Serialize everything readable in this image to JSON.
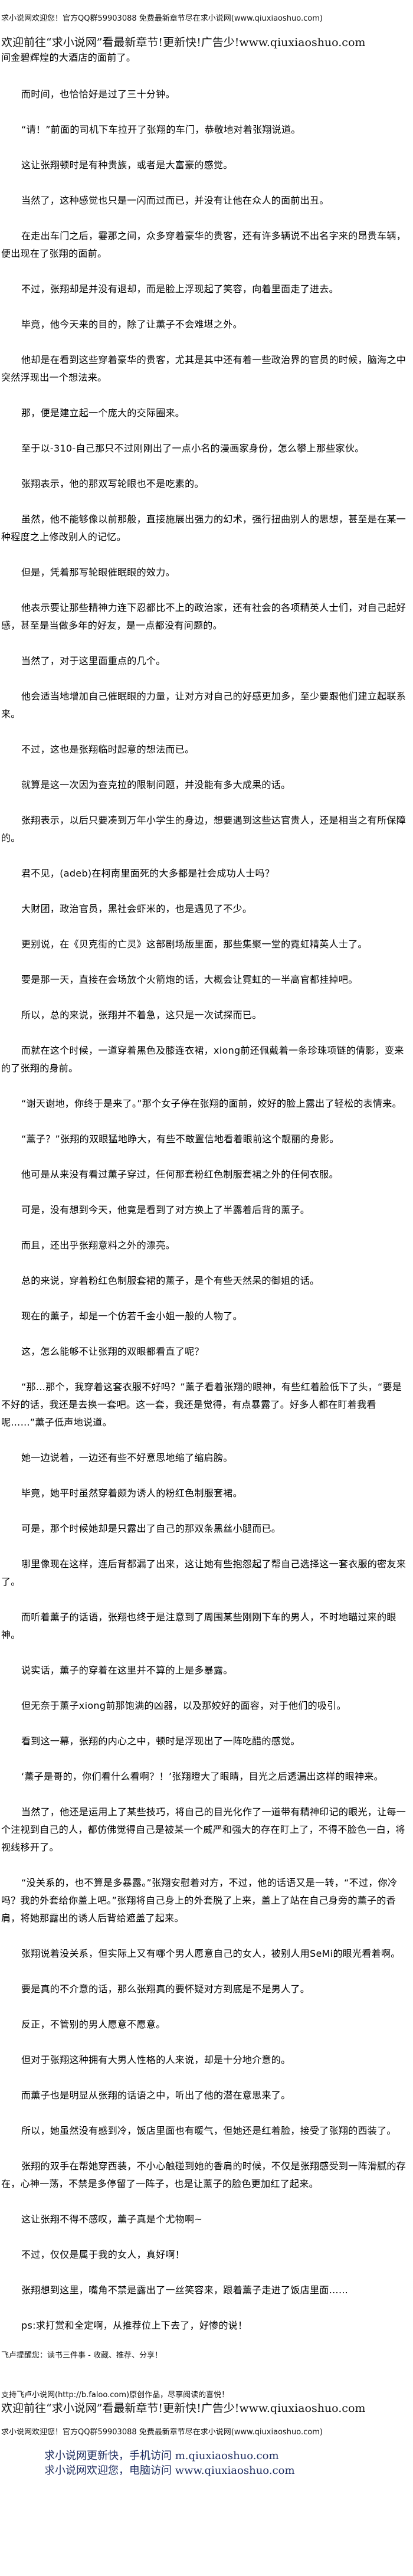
{
  "header_notice": "求小说网欢迎您！官方QQ群59903088 免费最新章节尽在求小说网(www.qiuxiaoshuo.com)",
  "ad_banner": "欢迎前往“求小说网”看最新章节!更新快!广告少!www.qiuxiaoshuo.com",
  "continuation": "间金碧辉煌的大酒店的面前了。",
  "paragraphs": [
    "而时间，也恰恰好是过了三十分钟。",
    "“请！”前面的司机下车拉开了张翔的车门，恭敬地对着张翔说道。",
    "这让张翔顿时是有种贵族，或者是大富豪的感觉。",
    "当然了，这种感觉也只是一闪而过而已，并没有让他在众人的面前出丑。",
    "在走出车门之后，霎那之间，众多穿着豪华的贵客，还有许多辆说不出名字来的昂贵车辆，便出现在了张翔的面前。",
    "不过，张翔却是并没有退却，而是脸上浮现起了笑容，向着里面走了进去。",
    "毕竟，他今天来的目的，除了让薰子不会难堪之外。",
    "他却是在看到这些穿着豪华的贵客，尤其是其中还有着一些政治界的官员的时候，脑海之中突然浮现出一个想法来。",
    "那，便是建立起一个庞大的交际圈来。",
    "至于以-310-自己那只不过刚刚出了一点小名的漫画家身份，怎么攀上那些家伙。",
    "张翔表示，他的那双写轮眼也不是吃素的。",
    "虽然，他不能够像以前那般，直接施展出强力的幻术，强行扭曲别人的思想，甚至是在某一种程度之上修改别人的记忆。",
    "但是，凭着那写轮眼催眠眼的效力。",
    "他表示要让那些精神力连下忍都比不上的政治家，还有社会的各项精英人士们，对自己起好感，甚至是当做多年的好友，是一点都没有问题的。",
    "当然了，对于这里面重点的几个。",
    "他会适当地增加自己催眠眼的力量，让对方对自己的好感更加多，至少要跟他们建立起联系来。",
    "不过，这也是张翔临时起意的想法而已。",
    "就算是这一次因为查克拉的限制问题，并没能有多大成果的话。",
    "张翔表示，以后只要凑到万年小学生的身边，想要遇到这些达官贵人，还是相当之有所保障的。",
    "君不见，(adeb)在柯南里面死的大多都是社会成功人士吗？",
    "大财团，政治官员，黑社会虾米的，也是遇见了不少。",
    "更别说，在《贝克街的亡灵》这部剧场版里面，那些集聚一堂的霓虹精英人士了。",
    "要是那一天，直接在会场放个火箭炮的话，大概会让霓虹的一半高官都挂掉吧。",
    "所以，总的来说，张翔并不着急，这只是一次试探而已。",
    "而就在这个时候，一道穿着黑色及膝连衣裙，xiong前还佩戴着一条珍珠项链的倩影，变来的了张翔的身前。",
    "“谢天谢地，你终于是来了。”那个女子停在张翔的面前，姣好的脸上露出了轻松的表情来。",
    "“薰子？”张翔的双眼猛地睁大，有些不敢置信地看着眼前这个靓丽的身影。",
    "他可是从来没有看过薰子穿过，任何那套粉红色制服套裙之外的任何衣服。",
    "可是，没有想到今天，他竟是看到了对方换上了半露着后背的薰子。",
    "而且，还出乎张翔意料之外的漂亮。",
    "总的来说，穿着粉红色制服套裙的薰子，是个有些天然呆的御姐的话。",
    "现在的薰子，却是一个仿若千金小姐一般的人物了。",
    "这，怎么能够不让张翔的双眼都看直了呢？",
    "“那…那个，我穿着这套衣服不好吗？”薰子看着张翔的眼神，有些红着脸低下了头，“要是不好的话，我还是去换一套吧。这一套，我还是觉得，有点暴露了。好多人都在盯着我看呢……”薰子低声地说道。",
    "她一边说着，一边还有些不好意思地缩了缩肩膀。",
    "毕竟，她平时虽然穿着颇为诱人的粉红色制服套裙。",
    "可是，那个时候她却是只露出了自己的那双条黑丝小腿而已。",
    "哪里像现在这样，连后背都漏了出来，这让她有些抱怨起了帮自己选择这一套衣服的密友来了。",
    "而听着薰子的话语，张翔也终于是注意到了周围某些刚刚下车的男人，不时地瞄过来的眼神。",
    "说实话，薰子的穿着在这里并不算的上是多暴露。",
    "但无奈于薰子xiong前那饱满的凶器，以及那姣好的面容，对于他们的吸引。",
    "看到这一幕，张翔的内心之中，顿时是浮现出了一阵吃醋的感觉。",
    "‘薰子是哥的，你们看什么看啊？！’张翔瞪大了眼睛，目光之后透漏出这样的眼神来。",
    "当然了，他还是运用上了某些技巧，将自己的目光化作了一道带有精神印记的眼光，让每一个注视到自己的人，都仿佛觉得自己是被某一个威严和强大的存在盯上了，不得不脸色一白，将视线移开了。",
    "“没关系的，也不算是多暴露。”张翔安慰着对方，不过，他的话语又是一转，“不过，你冷吗？我的外套给你盖上吧。”张翔将自己身上的外套脱了上来，盖上了站在自己身旁的薰子的香肩，将她那露出的诱人后背给遮盖了起来。",
    "张翔说着没关系，但实际上又有哪个男人愿意自己的女人，被别人用SeMi的眼光看着啊。",
    "要是真的不介意的话，那么张翔真的要怀疑对方到底是不是男人了。",
    "反正，不管别的男人愿意不愿意。",
    "但对于张翔这种拥有大男人性格的人来说，却是十分地介意的。",
    "而薰子也是明显从张翔的话语之中，听出了他的潜在意思来了。",
    "所以，她虽然没有感到冷，饭店里面也有暖气，但她还是红着脸，接受了张翔的西装了。",
    "张翔的双手在帮她穿西装，不小心触碰到她的香肩的时候，不仅是张翔感受到一阵滑腻的存在，心神一荡，不禁是多停留了一阵子，也是让薰子的脸色更加红了起来。",
    "这让张翔不得不感叹，薰子真是个尤物啊~",
    "不过，仅仅是属于我的女人，真好啊！",
    "张翔想到这里，嘴角不禁是露出了一丝笑容来，跟着薰子走进了饭店里面……",
    "ps:求打赏和全定啊，从推荐位上下去了，好惨的说！"
  ],
  "faloo_reminder": "飞卢提醒您：读书三件事 - 收藏、推荐、分享！",
  "faloo_support": "支持飞卢小说网(http://b.faloo.com)原创作品，尽享阅读的喜悦！",
  "footer": {
    "mobile": "求小说网更新快，手机访问 m.qiuxiaoshuo.com",
    "desktop": "求小说网欢迎您，电脑访问 www.qiuxiaoshuo.com"
  },
  "colors": {
    "text": "#000000",
    "site_link": "#1c2b5e"
  }
}
